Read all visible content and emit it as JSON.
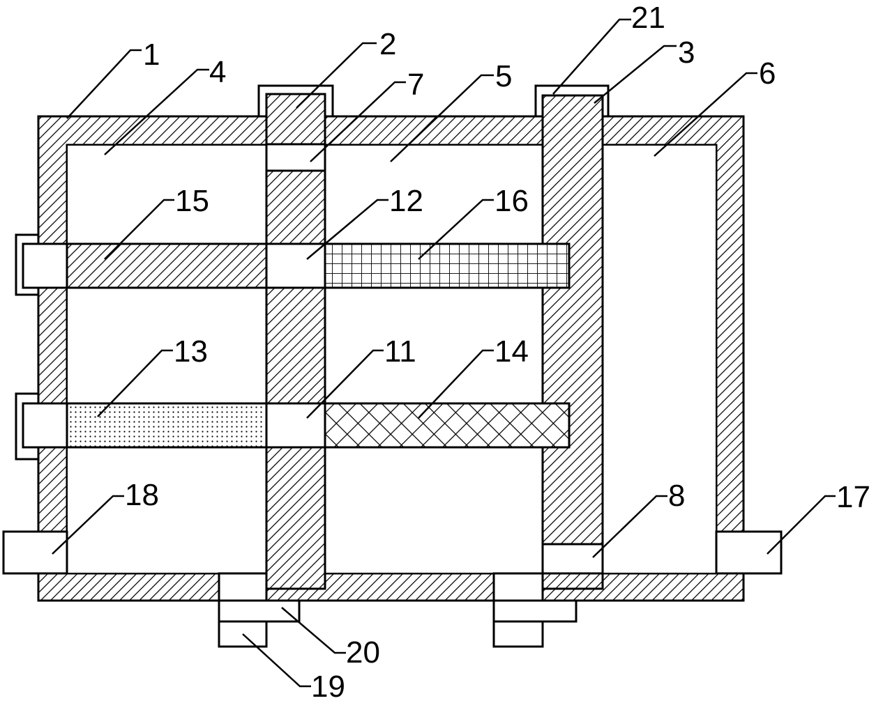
{
  "labels": {
    "l1": "1",
    "l2": "2",
    "l3": "3",
    "l4": "4",
    "l5": "5",
    "l6": "6",
    "l7": "7",
    "l8": "8",
    "l11": "11",
    "l12": "12",
    "l13": "13",
    "l14": "14",
    "l15": "15",
    "l16": "16",
    "l17": "17",
    "l18": "18",
    "l19": "19",
    "l20": "20",
    "l21": "21"
  }
}
